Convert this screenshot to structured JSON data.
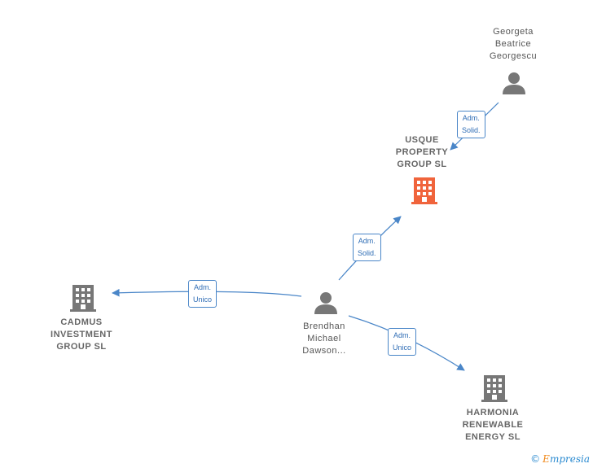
{
  "nodes": {
    "georgeta": {
      "lines": [
        "Georgeta",
        "Beatrice",
        "Georgescu"
      ],
      "type": "person"
    },
    "usque": {
      "lines": [
        "USQUE",
        "PROPERTY",
        "GROUP  SL"
      ],
      "type": "company-focus"
    },
    "brendhan": {
      "lines": [
        "Brendhan",
        "Michael",
        "Dawson..."
      ],
      "type": "person"
    },
    "cadmus": {
      "lines": [
        "CADMUS",
        "INVESTMENT",
        "GROUP  SL"
      ],
      "type": "company"
    },
    "harmonia": {
      "lines": [
        "HARMONIA",
        "RENEWABLE",
        "ENERGY SL"
      ],
      "type": "company"
    }
  },
  "edges": [
    {
      "from": "georgeta",
      "to": "usque",
      "label": [
        "Adm.",
        "Solid."
      ]
    },
    {
      "from": "brendhan",
      "to": "usque",
      "label": [
        "Adm.",
        "Solid."
      ]
    },
    {
      "from": "brendhan",
      "to": "cadmus",
      "label": [
        "Adm.",
        "Unico"
      ]
    },
    {
      "from": "brendhan",
      "to": "harmonia",
      "label": [
        "Adm.",
        "Unico"
      ]
    }
  ],
  "colors": {
    "edge": "#4a86c8",
    "icon_gray": "#777777",
    "icon_focus": "#f0643c"
  },
  "brand": {
    "copyright": "©",
    "initial": "E",
    "rest": "mpresia"
  }
}
